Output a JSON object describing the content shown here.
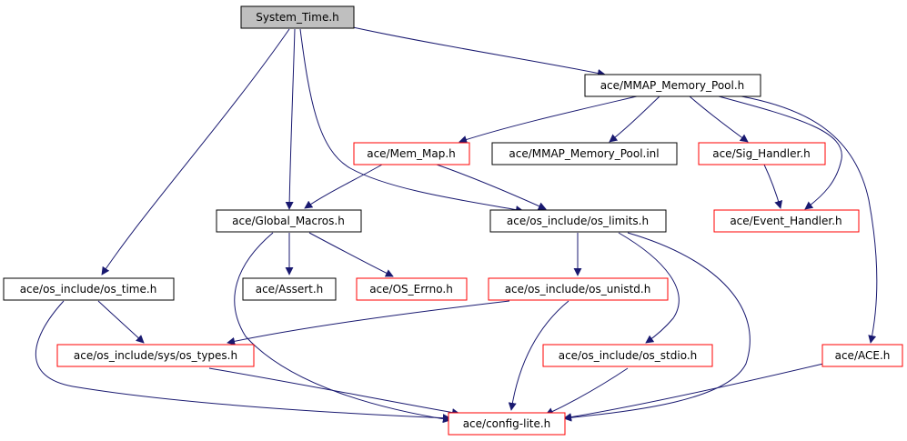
{
  "colors": {
    "root_fill": "#bfbfbf",
    "normal_border": "#000000",
    "external_border": "#ff0000",
    "edge": "#191970"
  },
  "nodes": {
    "system_time": {
      "label": "System_Time.h",
      "kind": "root"
    },
    "mmap_pool": {
      "label": "ace/MMAP_Memory_Pool.h",
      "kind": "normal"
    },
    "mem_map": {
      "label": "ace/Mem_Map.h",
      "kind": "external"
    },
    "mmap_pool_inl": {
      "label": "ace/MMAP_Memory_Pool.inl",
      "kind": "normal"
    },
    "sig_handler": {
      "label": "ace/Sig_Handler.h",
      "kind": "external"
    },
    "global_macros": {
      "label": "ace/Global_Macros.h",
      "kind": "normal"
    },
    "os_limits": {
      "label": "ace/os_include/os_limits.h",
      "kind": "normal"
    },
    "event_handler": {
      "label": "ace/Event_Handler.h",
      "kind": "external"
    },
    "os_time": {
      "label": "ace/os_include/os_time.h",
      "kind": "normal"
    },
    "assert": {
      "label": "ace/Assert.h",
      "kind": "normal"
    },
    "os_errno": {
      "label": "ace/OS_Errno.h",
      "kind": "external"
    },
    "os_unistd": {
      "label": "ace/os_include/os_unistd.h",
      "kind": "external"
    },
    "sys_types": {
      "label": "ace/os_include/sys/os_types.h",
      "kind": "external"
    },
    "os_stdio": {
      "label": "ace/os_include/os_stdio.h",
      "kind": "external"
    },
    "ace": {
      "label": "ace/ACE.h",
      "kind": "external"
    },
    "config_lite": {
      "label": "ace/config-lite.h",
      "kind": "external"
    }
  },
  "edges": [
    [
      "system_time",
      "mmap_pool"
    ],
    [
      "system_time",
      "global_macros"
    ],
    [
      "system_time",
      "os_limits"
    ],
    [
      "system_time",
      "os_time"
    ],
    [
      "mmap_pool",
      "mem_map"
    ],
    [
      "mmap_pool",
      "mmap_pool_inl"
    ],
    [
      "mmap_pool",
      "sig_handler"
    ],
    [
      "mmap_pool",
      "event_handler"
    ],
    [
      "mmap_pool",
      "ace"
    ],
    [
      "mem_map",
      "global_macros"
    ],
    [
      "mem_map",
      "os_limits"
    ],
    [
      "sig_handler",
      "event_handler"
    ],
    [
      "global_macros",
      "assert"
    ],
    [
      "global_macros",
      "os_errno"
    ],
    [
      "global_macros",
      "config_lite"
    ],
    [
      "os_limits",
      "os_unistd"
    ],
    [
      "os_limits",
      "os_stdio"
    ],
    [
      "os_limits",
      "config_lite"
    ],
    [
      "os_unistd",
      "sys_types"
    ],
    [
      "os_unistd",
      "config_lite"
    ],
    [
      "os_time",
      "sys_types"
    ],
    [
      "os_time",
      "config_lite"
    ],
    [
      "sys_types",
      "config_lite"
    ],
    [
      "os_stdio",
      "config_lite"
    ],
    [
      "ace",
      "config_lite"
    ]
  ]
}
